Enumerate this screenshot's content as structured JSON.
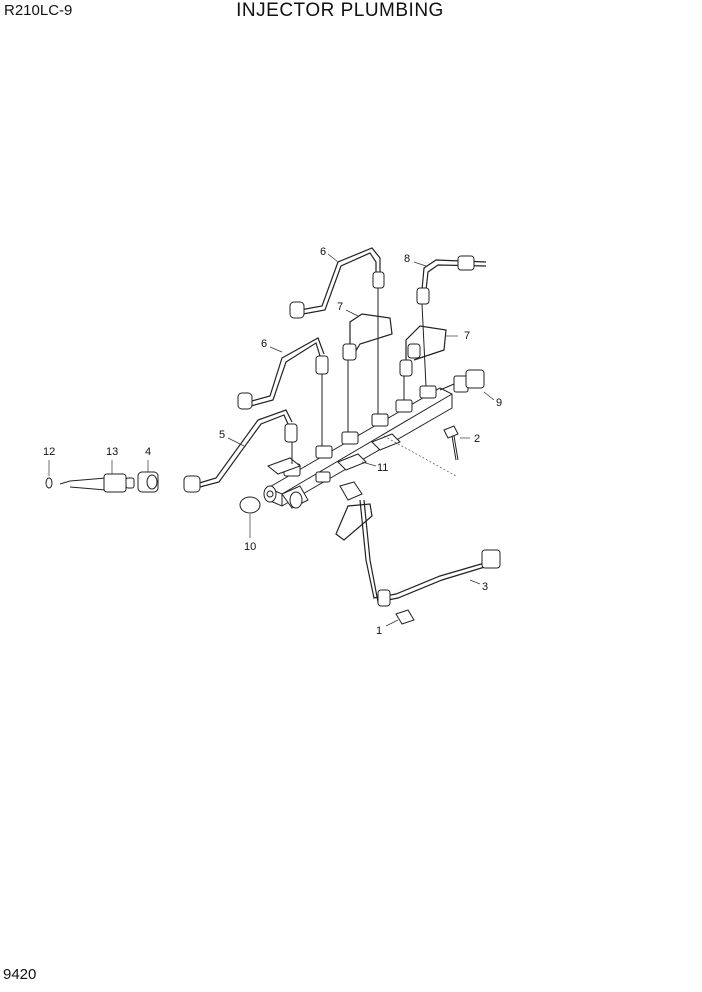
{
  "header": {
    "model": "R210LC-9",
    "title": "INJECTOR PLUMBING"
  },
  "footer": {
    "page_number": "9420"
  },
  "callouts": [
    "12",
    "13",
    "4",
    "5",
    "6",
    "6",
    "7",
    "7",
    "8",
    "9",
    "2",
    "11",
    "10",
    "3",
    "1"
  ]
}
